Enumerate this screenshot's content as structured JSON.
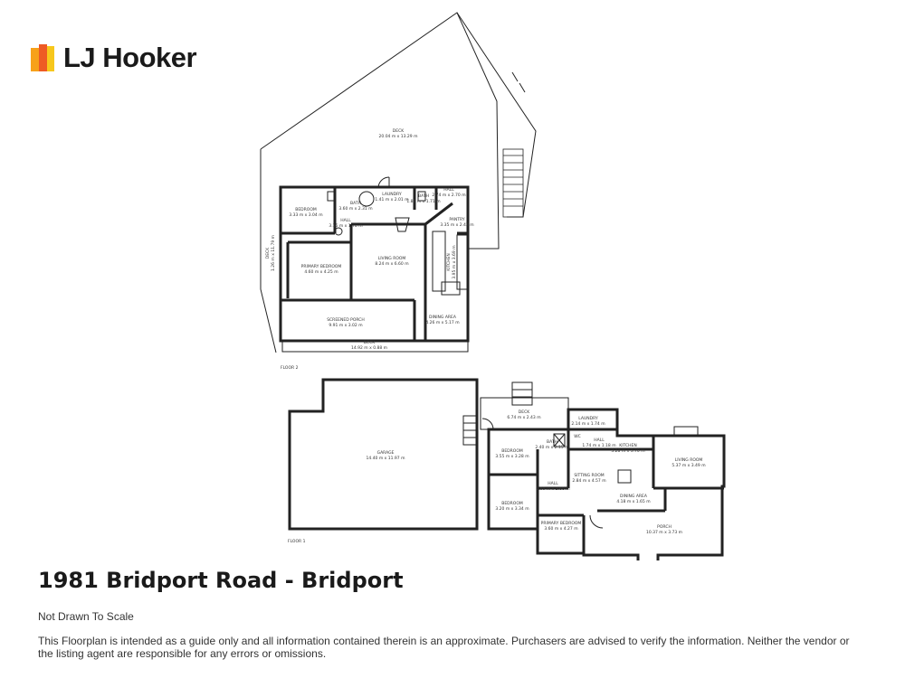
{
  "brand": {
    "name": "LJ Hooker",
    "colors": [
      "#f7a11a",
      "#ee5a24",
      "#f7c71c"
    ]
  },
  "title": "1981 Bridport Road - Bridport",
  "note": "Not Drawn To Scale",
  "disclaimer": "This Floorplan is intended as a guide only and all information contained therein is an approximate. Purchasers are advised to verify the information. Neither the vendor or the listing agent are responsible for any errors or omissions.",
  "floor2": {
    "label": "FLOOR 2",
    "rooms": {
      "deck_top": {
        "name": "DECK",
        "dim": "20.04 m x 13.29 m"
      },
      "deck_side": {
        "name": "DECK",
        "dim": "1.26 m x 11.79 m"
      },
      "bedroom": {
        "name": "BEDROOM",
        "dim": "3.33 m x 3.04 m"
      },
      "bath1": {
        "name": "BATH",
        "dim": "3.60 m x 2.31 m"
      },
      "laundry": {
        "name": "LAUNDRY",
        "dim": "1.41 m x 2.01 m"
      },
      "bath2": {
        "name": "BATH",
        "dim": "1.80 m x 1.71 m"
      },
      "hall1": {
        "name": "HALL",
        "dim": "2.74 m x 2.70 m"
      },
      "hall2": {
        "name": "HALL",
        "dim": "3.16 m x 1.78 m"
      },
      "pantry": {
        "name": "PANTRY",
        "dim": "3.35 m x 2.43 m"
      },
      "living": {
        "name": "LIVING ROOM",
        "dim": "8.24 m x 6.60 m"
      },
      "kitchen": {
        "name": "KITCHEN",
        "dim": "3.95 m x 3.69 m"
      },
      "primary": {
        "name": "PRIMARY BEDROOM",
        "dim": "4.60 m x 4.25 m"
      },
      "dining": {
        "name": "DINING AREA",
        "dim": "4.26 m x 5.17 m"
      },
      "porch": {
        "name": "SCREENED PORCH",
        "dim": "9.91 m x 3.02 m"
      },
      "deck_bottom": {
        "name": "DECK",
        "dim": "14.92 m x 0.88 m"
      }
    }
  },
  "floor1": {
    "label": "FLOOR 1",
    "rooms": {
      "garage": {
        "name": "GARAGE",
        "dim": "14.40 m x 11.97 m"
      },
      "deck": {
        "name": "DECK",
        "dim": "6.74 m x 2.43 m"
      },
      "laundry": {
        "name": "LAUNDRY",
        "dim": "2.14 m x 1.74 m"
      },
      "bedroom1": {
        "name": "BEDROOM",
        "dim": "3.55 m x 3.28 m"
      },
      "bath": {
        "name": "BATH",
        "dim": "2.40 m x 2.15 m"
      },
      "wc": {
        "name": "WC",
        "dim": ""
      },
      "hall1": {
        "name": "HALL",
        "dim": "1.74 m x 1.18 m"
      },
      "kitchen": {
        "name": "KITCHEN",
        "dim": "3.28 m x 3.70 m"
      },
      "living": {
        "name": "LIVING ROOM",
        "dim": "5.37 m x 3.49 m"
      },
      "hall2": {
        "name": "HALL",
        "dim": "2.00 m x 2.60 m"
      },
      "sitting": {
        "name": "SITTING ROOM",
        "dim": "2.84 m x 4.57 m"
      },
      "dining": {
        "name": "DINING AREA",
        "dim": "4.18 m x 1.65 m"
      },
      "bedroom2": {
        "name": "BEDROOM",
        "dim": "3.20 m x 3.34 m"
      },
      "primary": {
        "name": "PRIMARY BEDROOM",
        "dim": "3.60 m x 4.27 m"
      },
      "porch": {
        "name": "PORCH",
        "dim": "10.37 m x 3.73 m"
      }
    }
  }
}
